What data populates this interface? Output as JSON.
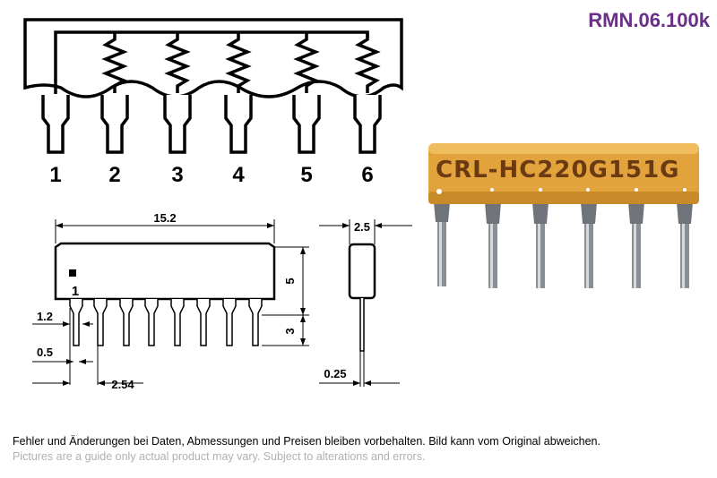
{
  "part_code": "RMN.06.100k",
  "schematic": {
    "pin_labels": [
      "1",
      "2",
      "3",
      "4",
      "5",
      "6"
    ]
  },
  "dimensions": {
    "body_length": "15.2",
    "body_depth": "2.5",
    "body_height": "5",
    "lead_length": "3",
    "lead_width_front": "1.2",
    "lead_thickness": "0.5",
    "pitch": "2.54",
    "lead_thickness_side": "0.25",
    "pin1_marker": "1"
  },
  "photo": {
    "marking": "CRL-HC220G151G",
    "body_color": "#e3a33c"
  },
  "disclaimer": {
    "de": "Fehler und Änderungen bei Daten, Abmessungen und Preisen bleiben vorbehalten. Bild kann vom Original abweichen.",
    "en": "Pictures are a guide only actual product may vary. Subject to alterations and errors."
  }
}
